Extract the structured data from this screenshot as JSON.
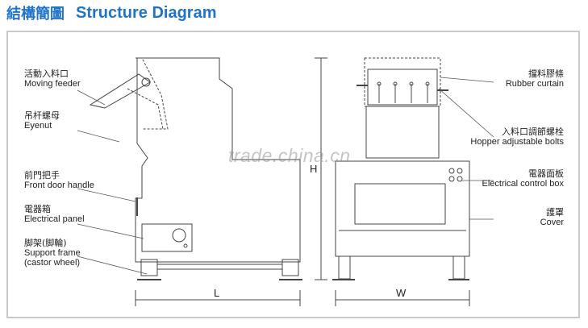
{
  "header": {
    "title_zh": "結構簡圖",
    "title_en": "Structure Diagram"
  },
  "labels_left": [
    {
      "zh": "活動入料口",
      "en": "Moving feeder"
    },
    {
      "zh": "吊杆螺母",
      "en": "Eyenut"
    },
    {
      "zh": "前門把手",
      "en": "Front door handle"
    },
    {
      "zh": "電器箱",
      "en": "Electrical panel"
    },
    {
      "zh": "脚架(脚輪)",
      "en": "Support frame",
      "en2": "(castor wheel)"
    }
  ],
  "labels_right": [
    {
      "zh": "擋料膠條",
      "en": "Rubber curtain"
    },
    {
      "zh": "入料口調節螺栓",
      "en": "Hopper adjustable bolts"
    },
    {
      "zh": "電器面板",
      "en": "Electrical control box"
    },
    {
      "zh": "護罩",
      "en": "Cover"
    }
  ],
  "dimensions": {
    "length": "L",
    "width": "W",
    "height": "H"
  },
  "watermark": "trade.china.cn",
  "colors": {
    "title": "#1f74c9",
    "line": "#444444",
    "frame": "#c9c9c9"
  }
}
